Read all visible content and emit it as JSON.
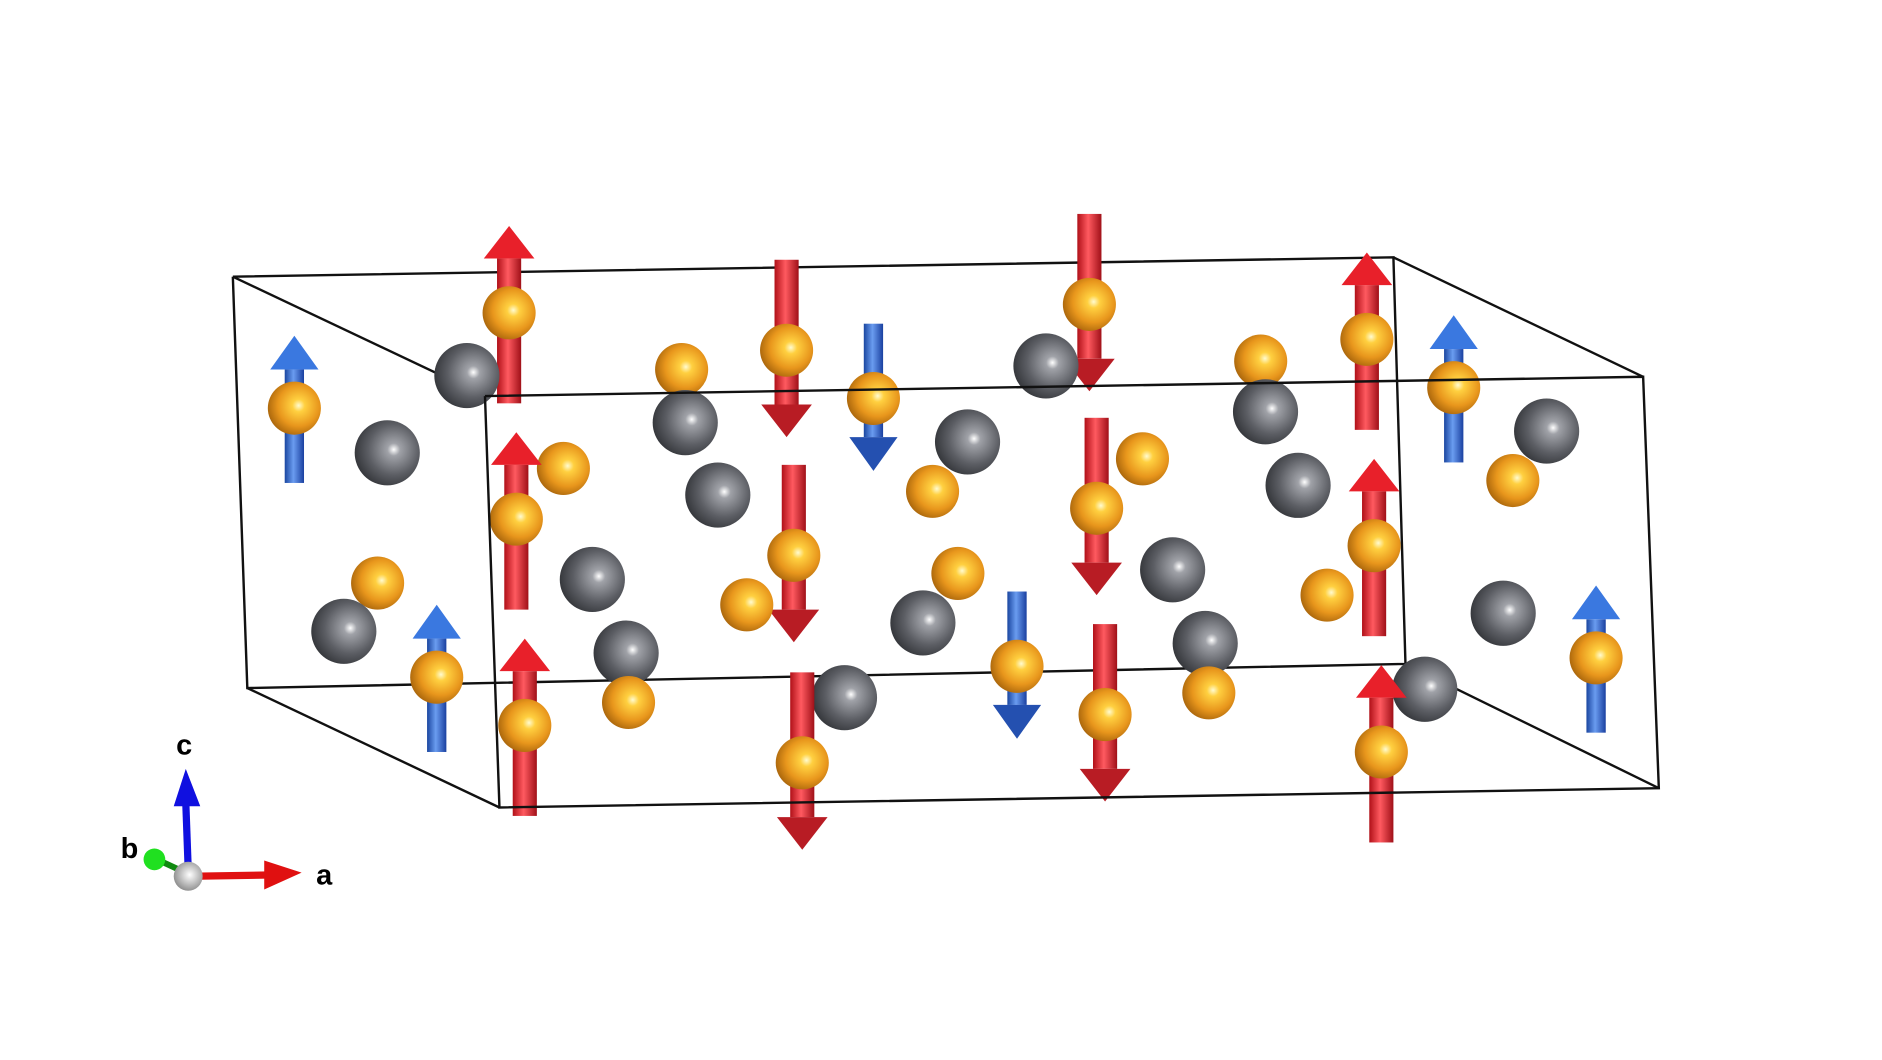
{
  "axes": {
    "a_label": "a",
    "b_label": "b",
    "c_label": "c"
  },
  "colors": {
    "a_axis": "#e01010",
    "b_axis": "#10c010",
    "c_axis": "#1010e0",
    "moment_up_large": "#e0202a",
    "moment_down_small": "#2a62d0",
    "magnetic_atom": "#e89a20",
    "nonmagnetic_atom": "#5a5c62",
    "cell_edges": "#111111"
  }
}
